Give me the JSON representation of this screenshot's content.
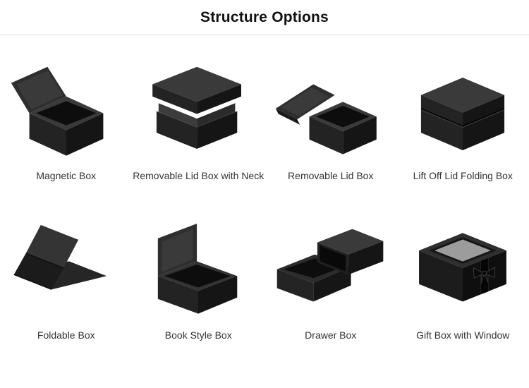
{
  "page": {
    "title": "Structure Options"
  },
  "items": [
    {
      "label": "Magnetic Box",
      "image": "magnetic-box"
    },
    {
      "label": "Removable Lid Box with Neck",
      "image": "removable-lid-box-with-neck"
    },
    {
      "label": "Removable Lid Box",
      "image": "removable-lid-box"
    },
    {
      "label": "Lift Off Lid Folding Box",
      "image": "lift-off-lid-folding-box"
    },
    {
      "label": "Foldable Box",
      "image": "foldable-box"
    },
    {
      "label": "Book Style Box",
      "image": "book-style-box"
    },
    {
      "label": "Drawer Box",
      "image": "drawer-box"
    },
    {
      "label": "Gift Box with Window",
      "image": "gift-box-with-window"
    }
  ],
  "colors": {
    "box_top": "#3a3a3a",
    "box_front": "#232323",
    "box_side": "#151515",
    "box_interior": "#0d0d0d",
    "window_gray": "#9c9c9c",
    "divider": "#dcdcdc",
    "title_text": "#111111",
    "caption_text": "#333333",
    "background": "#ffffff"
  }
}
